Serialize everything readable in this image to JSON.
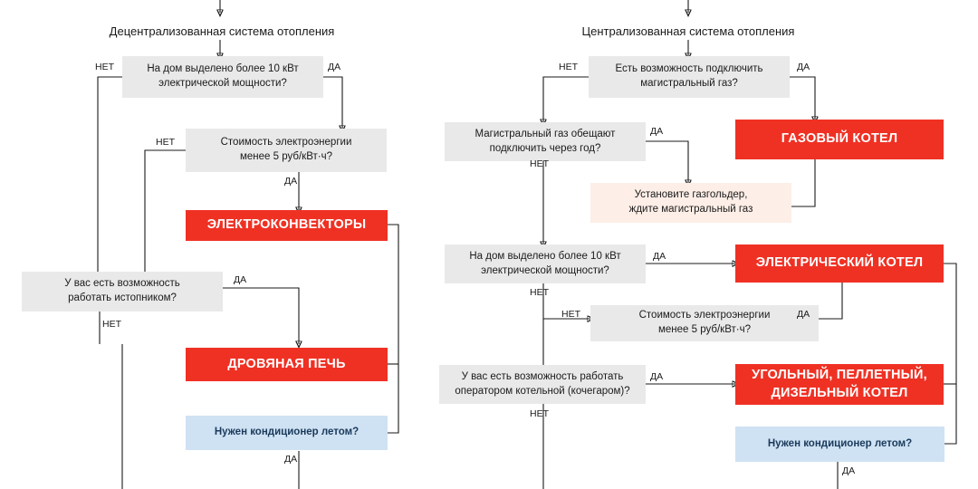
{
  "titles": {
    "left": "Децентрализованная система отопления",
    "right": "Централизованная система отопления"
  },
  "labels": {
    "yes": "ДА",
    "no": "НЕТ"
  },
  "left_column": {
    "nodes": [
      {
        "id": "l1",
        "type": "question",
        "text": "На дом выделено более 10 кВт\nэлектрической мощности?"
      },
      {
        "id": "l2",
        "type": "question",
        "text": "Стоимость электроэнергии\nменее 5 руб/кВт·ч?"
      },
      {
        "id": "l3",
        "type": "result",
        "text": "ЭЛЕКТРОКОНВЕКТОРЫ"
      },
      {
        "id": "l4",
        "type": "question",
        "text": "У вас есть возможность\nработать истопником?"
      },
      {
        "id": "l5",
        "type": "result",
        "text": "ДРОВЯНАЯ ПЕЧЬ"
      },
      {
        "id": "l6",
        "type": "option",
        "text": "Нужен кондиционер летом?"
      }
    ],
    "edge_labels": [
      {
        "id": "el1",
        "text": "НЕТ"
      },
      {
        "id": "el2",
        "text": "ДА"
      },
      {
        "id": "el3",
        "text": "НЕТ"
      },
      {
        "id": "el4",
        "text": "ДА"
      },
      {
        "id": "el5",
        "text": "ДА"
      },
      {
        "id": "el6",
        "text": "НЕТ"
      },
      {
        "id": "el7",
        "text": "ДА"
      }
    ]
  },
  "right_column": {
    "nodes": [
      {
        "id": "r1",
        "type": "question",
        "text": "Есть возможность подключить\nмагистральный газ?"
      },
      {
        "id": "r2",
        "type": "question",
        "text": "Магистральный газ обещают\nподключить через год?"
      },
      {
        "id": "r3",
        "type": "result",
        "text": "ГАЗОВЫЙ КОТЕЛ"
      },
      {
        "id": "r4",
        "type": "info",
        "text": "Установите газгольдер,\nждите магистральный газ"
      },
      {
        "id": "r5",
        "type": "question",
        "text": "На дом выделено более 10 кВт\nэлектрической мощности?"
      },
      {
        "id": "r6",
        "type": "result",
        "text": "ЭЛЕКТРИЧЕСКИЙ КОТЕЛ"
      },
      {
        "id": "r7",
        "type": "question",
        "text": "Стоимость электроэнергии\nменее 5 руб/кВт·ч?"
      },
      {
        "id": "r8",
        "type": "question",
        "text": "У вас есть возможность работать\nоператором котельной (кочегаром)?"
      },
      {
        "id": "r9",
        "type": "result",
        "text": "УГОЛЬНЫЙ, ПЕЛЛЕТНЫЙ,\nДИЗЕЛЬНЫЙ КОТЕЛ"
      },
      {
        "id": "r10",
        "type": "option",
        "text": "Нужен кондиционер летом?"
      }
    ],
    "edge_labels": [
      {
        "id": "er1",
        "text": "НЕТ"
      },
      {
        "id": "er2",
        "text": "ДА"
      },
      {
        "id": "er3",
        "text": "ДА"
      },
      {
        "id": "er4",
        "text": "НЕТ"
      },
      {
        "id": "er5",
        "text": "ДА"
      },
      {
        "id": "er6",
        "text": "НЕТ"
      },
      {
        "id": "er7",
        "text": "НЕТ"
      },
      {
        "id": "er8",
        "text": "ДА"
      },
      {
        "id": "er9",
        "text": "ДА"
      },
      {
        "id": "er10",
        "text": "НЕТ"
      },
      {
        "id": "er11",
        "text": "ДА"
      }
    ]
  },
  "colors": {
    "result": "#ef3124",
    "question": "#e9e9e9",
    "info": "#fdeee7",
    "option": "#cfe2f3",
    "line": "#1a1a1a"
  }
}
